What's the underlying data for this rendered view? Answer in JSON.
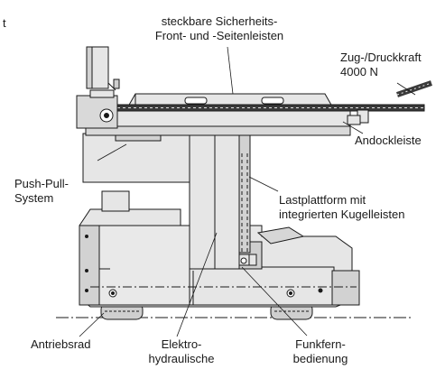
{
  "labels": {
    "corner_fragment": "t",
    "front_side_bars_line1": "steckbare Sicherheits-",
    "front_side_bars_line2": "Front- und -Seitenleisten",
    "push_pull_force_line1": "Zug-/Druckkraft",
    "push_pull_force_line2": "4000 N",
    "docking_bar": "Andockleiste",
    "push_pull_system_line1": "Push-Pull-",
    "push_pull_system_line2": "System",
    "load_platform_line1": "Lastplattform mit",
    "load_platform_line2": "integrierten Kugelleisten",
    "drive_wheel": "Antriebsrad",
    "electro_hydraulic_line1": "Elektro-",
    "electro_hydraulic_line2": "hydraulische",
    "remote_control_line1": "Funkfern-",
    "remote_control_line2": "bedienung"
  },
  "colors": {
    "body_fill": "#e6e6e6",
    "body_shade": "#d2d2d2",
    "outline": "#1a1a1a",
    "platform_dark": "#3a3a3a",
    "background": "#ffffff"
  }
}
